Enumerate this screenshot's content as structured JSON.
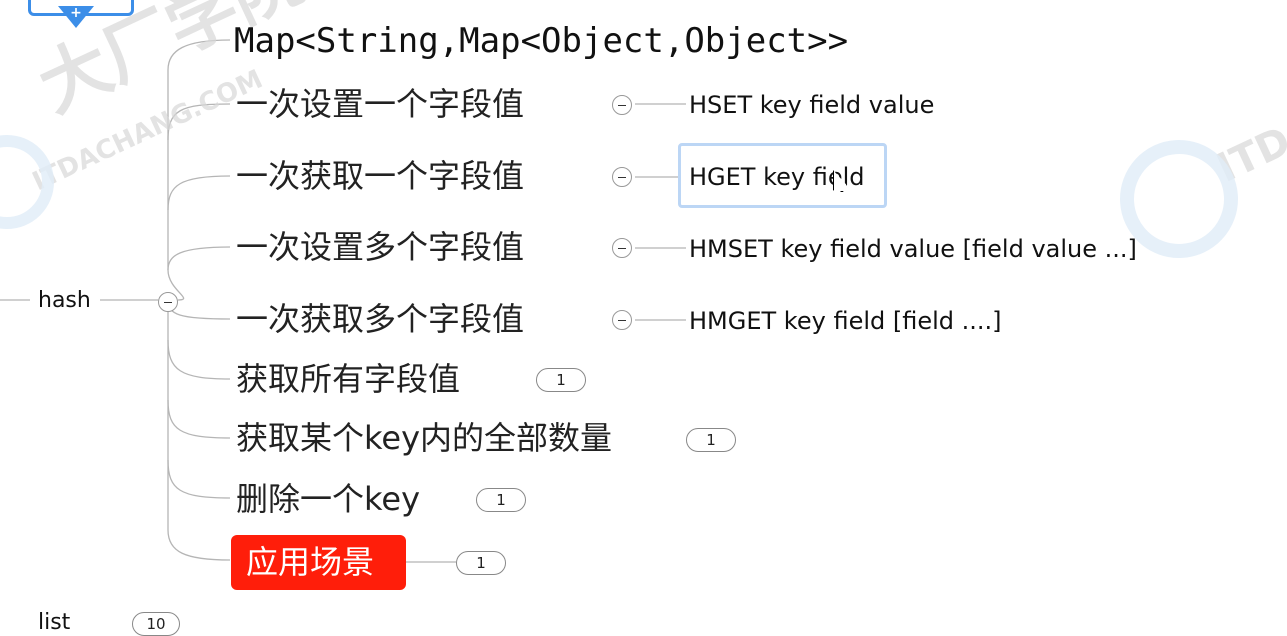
{
  "root_node": {
    "label": "hash",
    "collapse_icon": "minus-toggle-icon"
  },
  "topic_title": "Map<String,Map<Object,Object>>",
  "branches": [
    {
      "label": "一次设置一个字段值",
      "command": "HSET key field value"
    },
    {
      "label": "一次获取一个字段值",
      "command": "HGET key field"
    },
    {
      "label": "一次设置多个字段值",
      "command": "HMSET key field value [field value ...]"
    },
    {
      "label": "一次获取多个字段值",
      "command": "HMGET key field [field ....]"
    },
    {
      "label": "获取所有字段值",
      "count": "1"
    },
    {
      "label": "获取某个key内的全部数量",
      "count": "1"
    },
    {
      "label": "删除一个key",
      "count": "1"
    },
    {
      "label": "应用场景",
      "count": "1",
      "highlight": "#ff1e0a"
    }
  ],
  "sibling_node": {
    "label": "list",
    "count": "10"
  },
  "watermarks": {
    "brand_cn": "大厂学院",
    "brand_en": "ITDACHANG.COM",
    "brand_short": "ITDA"
  },
  "colors": {
    "line": "#b5b5b5",
    "selection": "#bcd6f5",
    "highlight": "#ff1e0a"
  }
}
